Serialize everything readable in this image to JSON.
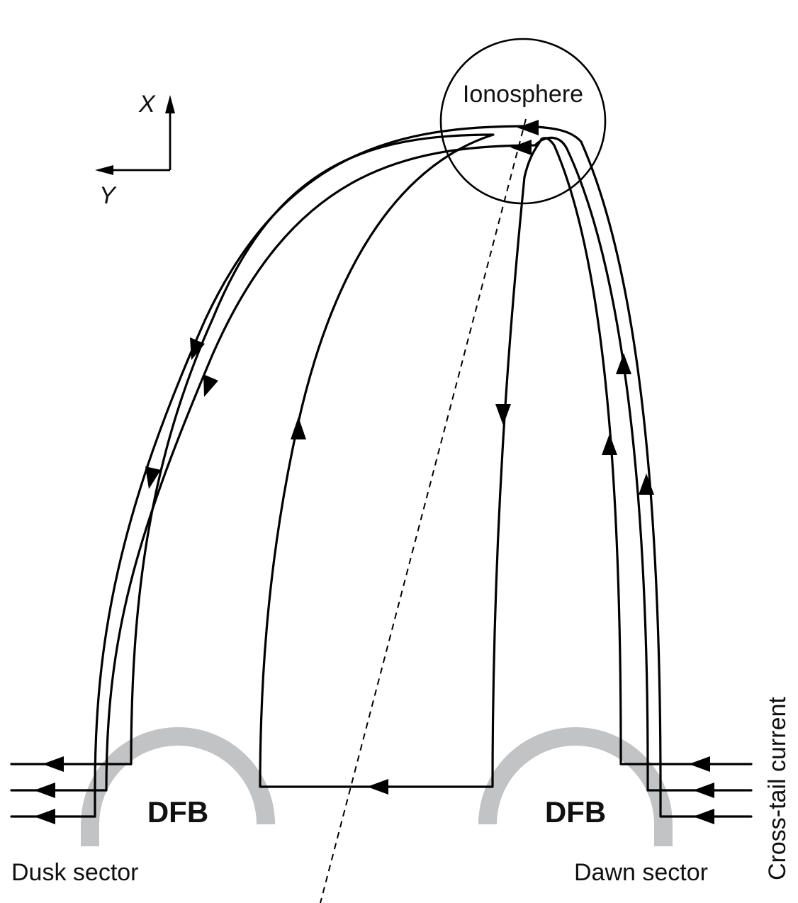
{
  "labels": {
    "ionosphere": "Ionosphere",
    "x_axis": "X",
    "y_axis": "Y",
    "dfb_left": "DFB",
    "dfb_right": "DFB",
    "dusk_sector": "Dusk sector",
    "dawn_sector": "Dawn sector",
    "cross_tail_current": "Cross-tail current"
  },
  "colors": {
    "line": "#000000",
    "dfb_fill": "#c2c3c4",
    "background": "#ffffff"
  }
}
